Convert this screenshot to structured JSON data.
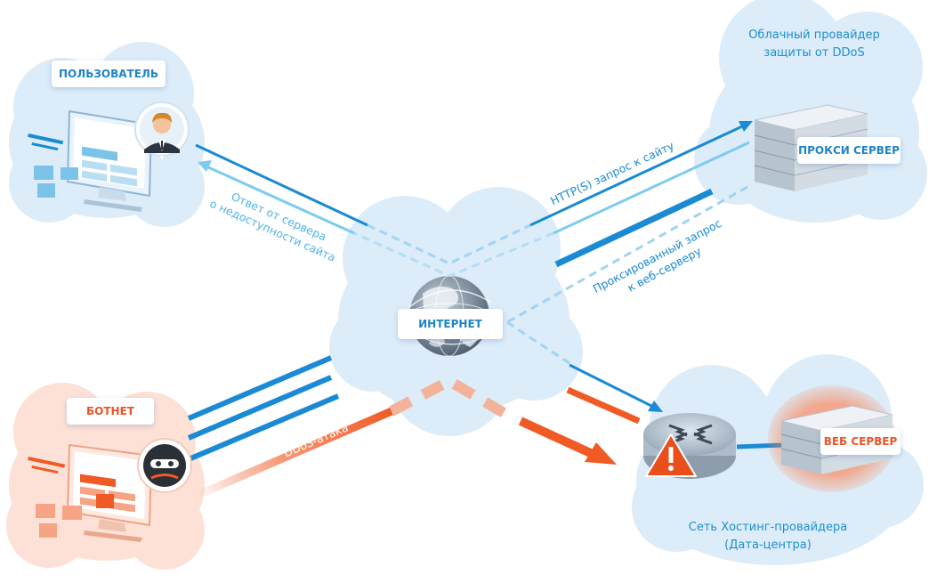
{
  "labels": {
    "user": "ПОЛЬЗОВАТЕЛЬ",
    "botnet": "БОТНЕТ",
    "internet": "ИНТЕРНЕТ",
    "proxy": "ПРОКСИ СЕРВЕР",
    "web": "ВЕБ СЕРВЕР"
  },
  "clouds": {
    "provider_line1": "Облачный провайдер",
    "provider_line2": "защиты от DDoS",
    "hosting_line1": "Сеть Хостинг-провайдера",
    "hosting_line2": "(Дата-центра)"
  },
  "arrows": {
    "response_line1": "Ответ от сервера",
    "response_line2": "о недоступности сайта",
    "request": "HTTP(S) запрос к сайту",
    "proxied_line1": "Проксированный запрос",
    "proxied_line2": "к веб-серверу",
    "ddos": "DDoS-атака"
  },
  "colors": {
    "cloud_blue": "#dcecf9",
    "cloud_red": "#fde1d6",
    "line_blue": "#1a8ad4",
    "line_light": "#7ccbf0",
    "attack": "#f05a24"
  }
}
